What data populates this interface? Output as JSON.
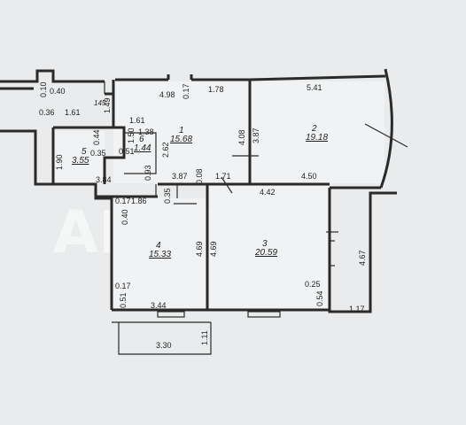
{
  "watermark": "АВИТО",
  "rooms": [
    {
      "num": "1",
      "area": "15.68"
    },
    {
      "num": "2",
      "area": "19.18"
    },
    {
      "num": "3",
      "area": "20.59"
    },
    {
      "num": "4",
      "area": "15.33"
    },
    {
      "num": "5",
      "area": "3.55"
    },
    {
      "num": "6",
      "area": "1.44"
    }
  ],
  "dimensions": {
    "corridor_top_left": "0.40",
    "corridor_left_2": "0.10",
    "corridor_145": "145",
    "d036": "0.36",
    "d161_a": "1.61",
    "d161_b": "1.61",
    "d149": "1.49",
    "d498": "4.98",
    "d017_top": "0.17",
    "d178": "1.78",
    "d541": "5.41",
    "d138": "1.38",
    "d150": "1.50",
    "d044": "0.44",
    "d035_a": "0.35",
    "d051": "0.51",
    "d262": "2.62",
    "d408": "4.08",
    "d387_v": "3.87",
    "d190": "1.90",
    "d093": "0.93",
    "d384": "3.84",
    "d387_h": "3.87",
    "d008": "0.08",
    "d171": "1.71",
    "d450": "4.50",
    "d442": "4.42",
    "d017_a": "0.17",
    "d186": "1.86",
    "d035_b": "0.35",
    "d040": "0.40",
    "d469_a": "4.69",
    "d469_b": "4.69",
    "d467": "4.67",
    "d017_b": "0.17",
    "d025": "0.25",
    "d051_b": "0.51",
    "d344": "3.44",
    "d054": "0.54",
    "d117": "1.17",
    "d330": "3.30",
    "d111": "1.11"
  }
}
